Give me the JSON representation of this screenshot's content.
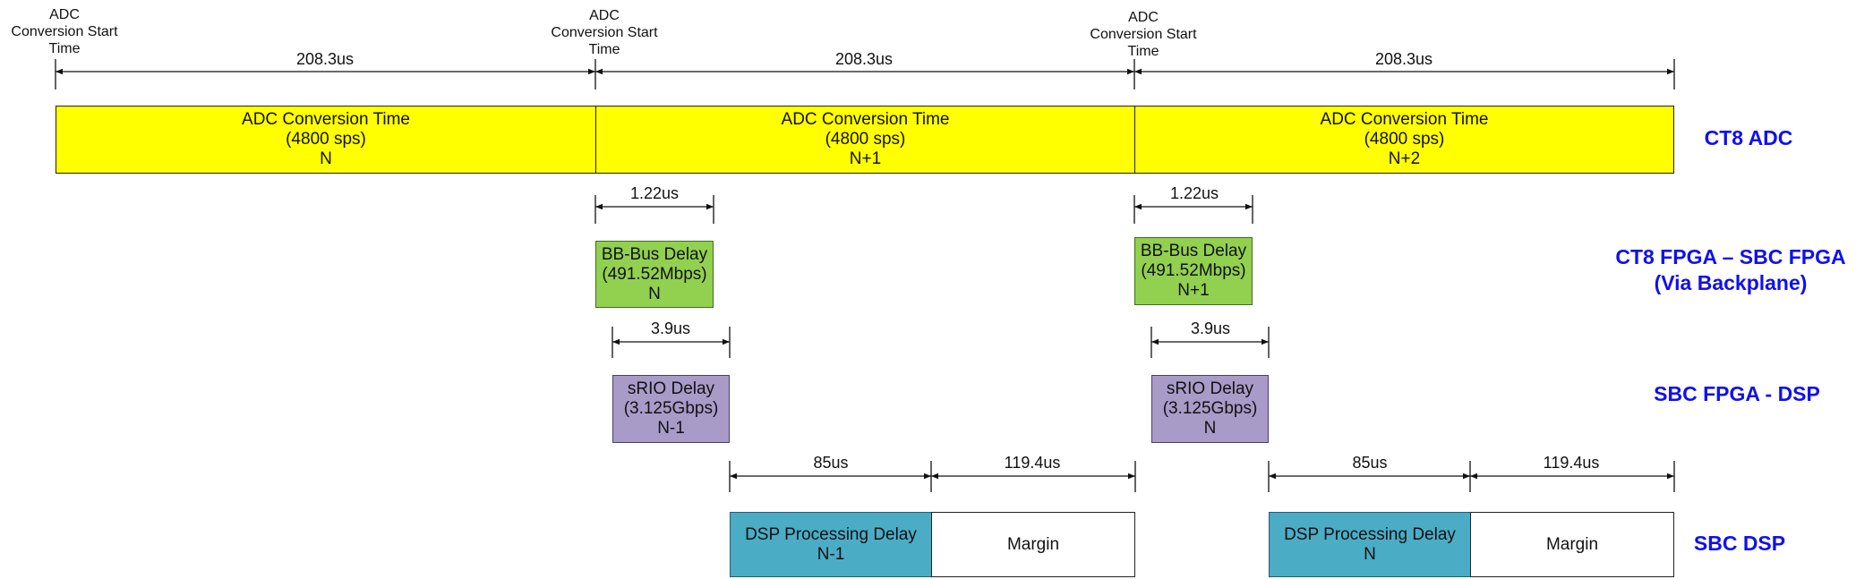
{
  "colors": {
    "adc": "#ffff00",
    "bb_bus": "#92d050",
    "srio": "#a99bc8",
    "dsp": "#4bacc6",
    "margin": "#ffffff",
    "row_label": "#1010ee"
  },
  "start_labels": [
    [
      "ADC",
      "Conversion Start",
      "Time"
    ],
    [
      "ADC",
      "Conversion Start",
      "Time"
    ],
    [
      "ADC",
      "Conversion Start",
      "Time"
    ]
  ],
  "period_dims": [
    "208.3us",
    "208.3us",
    "208.3us"
  ],
  "adc_boxes": [
    [
      "ADC Conversion Time",
      "(4800 sps)",
      "N"
    ],
    [
      "ADC Conversion Time",
      "(4800 sps)",
      "N+1"
    ],
    [
      "ADC Conversion Time",
      "(4800 sps)",
      "N+2"
    ]
  ],
  "bb_dims": [
    "1.22us",
    "1.22us"
  ],
  "bb_boxes": [
    [
      "BB-Bus Delay",
      "(491.52Mbps)",
      "N"
    ],
    [
      "BB-Bus Delay",
      "(491.52Mbps)",
      "N+1"
    ]
  ],
  "srio_dims": [
    "3.9us",
    "3.9us"
  ],
  "srio_boxes": [
    [
      "sRIO Delay",
      "(3.125Gbps)",
      "N-1"
    ],
    [
      "sRIO Delay",
      "(3.125Gbps)",
      "N"
    ]
  ],
  "dsp_dims": [
    "85us",
    "119.4us",
    "85us",
    "119.4us"
  ],
  "dsp_boxes": [
    [
      "DSP Processing Delay",
      "N-1"
    ],
    [
      "DSP Processing Delay",
      "N"
    ]
  ],
  "margin_boxes": [
    "Margin",
    "Margin"
  ],
  "row_labels": [
    [
      "CT8 ADC"
    ],
    [
      "CT8 FPGA – SBC FPGA",
      "(Via Backplane)"
    ],
    [
      "SBC FPGA - DSP"
    ],
    [
      "SBC DSP"
    ]
  ]
}
